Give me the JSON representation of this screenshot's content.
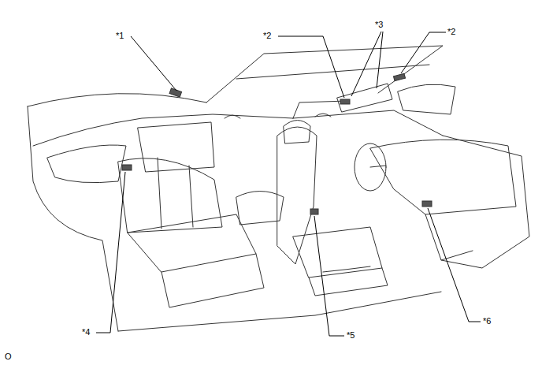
{
  "diagram": {
    "labels": [
      "*1",
      "*2",
      "*3",
      "*2",
      "*4",
      "*5",
      "*6",
      "O"
    ]
  }
}
